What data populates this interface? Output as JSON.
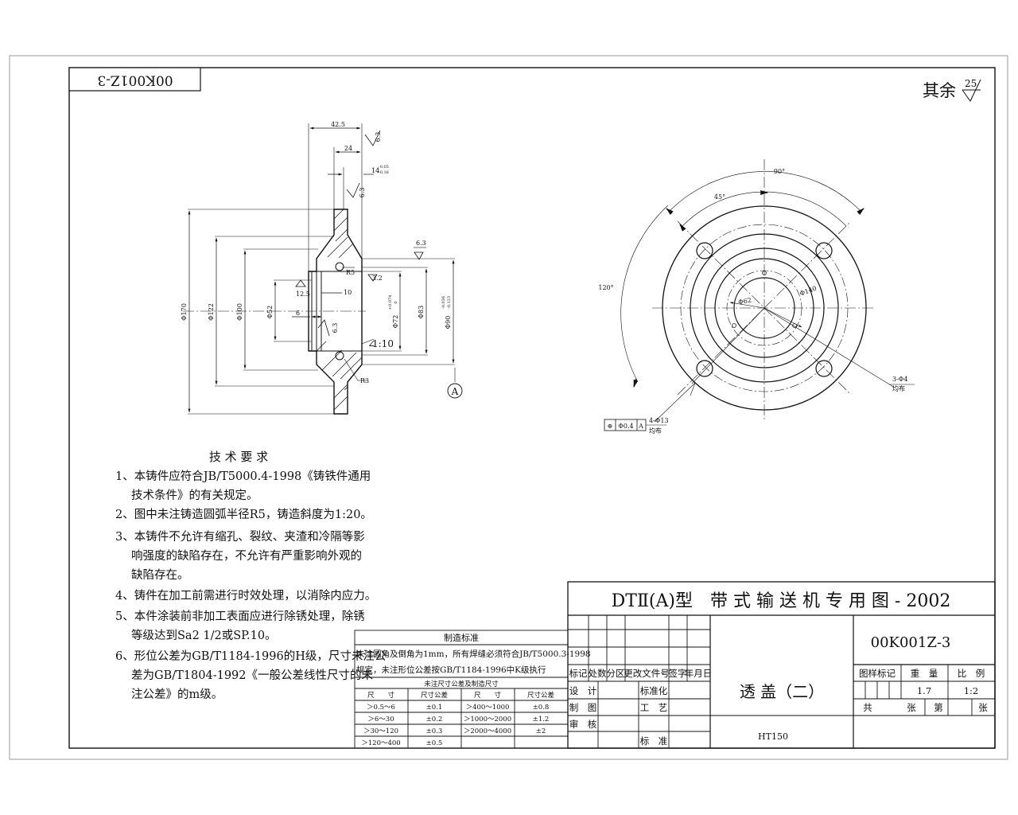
{
  "drawing_number": "00K001Z-3",
  "roughness_note": {
    "label": "其余",
    "value": "25"
  },
  "section_view": {
    "dims": {
      "d170": "Φ170",
      "d122": "Φ122",
      "d100": "Φ100",
      "d52": "Φ52",
      "d72": "Φ72",
      "d72_tol_upper": "+0.074",
      "d72_tol_lower": "0",
      "d83": "Φ83",
      "d90": "Φ90",
      "d90_tol_upper": "-0.036",
      "d90_tol_lower": "-0.123",
      "len_42_5": "42.5",
      "len_24": "24",
      "len_14": "14",
      "len_14_tol_upper": "-0.05",
      "len_14_tol_lower": "-0.16",
      "len_10": "10",
      "len_6": "6",
      "r5": "R5",
      "r3": "R3",
      "taper": "1:10"
    },
    "roughness": [
      "6.3",
      "6.3",
      "6.3",
      "3.2",
      "12.5",
      "6.3"
    ],
    "section_label": "A"
  },
  "plan_view": {
    "angle_90": "90°",
    "angle_45": "45°",
    "angle_120": "120°",
    "d62": "Φ62",
    "d140": "Φ140",
    "holes_3": "3-Φ4",
    "holes_3_note": "均布",
    "holes_4": "4-Φ13",
    "holes_4_note": "均布",
    "position_tol": {
      "symbol": "⊕",
      "value": "Φ0.4",
      "datum": "A"
    }
  },
  "tech_requirements": {
    "title": "技 术 要 求",
    "lines": [
      "1、本铸件应符合JB/T5000.4-1998《铸铁件通用",
      "技术条件》的有关规定。",
      "2、图中未注铸造圆弧半径R5，铸造斜度为1:20。",
      "3、本铸件不允许有缩孔、裂纹、夹渣和冷隔等影",
      "响强度的缺陷存在，不允许有严重影响外观的",
      "缺陷存在。",
      "4、铸件在加工前需进行时效处理，以消除内应力。",
      "5、本件涂装前非加工表面应进行除锈处理，除锈",
      "等级达到Sa2 1/2或SP.10。",
      "6、形位公差为GB/T1184-1996的H级，尺寸未注公",
      "差为GB/T1804-1992《一般公差线性尺寸的未",
      "注公差》的m级。"
    ]
  },
  "mfg_standard": {
    "title": "制造标准",
    "line1": "未注圆角及倒角为1mm，所有焊缝必须符合JB/T5000.3-1998",
    "line2": "规定，未注形位公差按GB/T1184-1996中K级执行",
    "table_title": "未注尺寸公差及制造尺寸",
    "headers": [
      "尺　　寸",
      "尺寸公差",
      "尺　　寸",
      "尺寸公差"
    ],
    "rows": [
      [
        "＞0.5～6",
        "±0.1",
        "＞400～1000",
        "±0.8"
      ],
      [
        "＞6～30",
        "±0.2",
        "＞1000～2000",
        "±1.2"
      ],
      [
        "＞30～120",
        "±0.3",
        "＞2000～4000",
        "±2"
      ],
      [
        "＞120～400",
        "±0.5",
        "",
        ""
      ]
    ]
  },
  "title_block": {
    "series_title": "DTⅡ(A)型　带 式 输 送 机 专 用 图 - 2002",
    "drawing_no": "00K001Z-3",
    "part_name": "透 盖（二）",
    "material": "HT150",
    "rev_headers": [
      "标记",
      "处数",
      "分区",
      "更改文件号",
      "签字",
      "年月日"
    ],
    "roles_left": [
      "设　计",
      "制　图",
      "审　核"
    ],
    "roles_right": [
      "标准化",
      "工　艺",
      "",
      "标　准"
    ],
    "info_headers": [
      "图样标记",
      "重　量",
      "比　例"
    ],
    "weight": "1.7",
    "scale": "1:2",
    "sheet_labels": [
      "共",
      "张",
      "第",
      "张"
    ]
  }
}
